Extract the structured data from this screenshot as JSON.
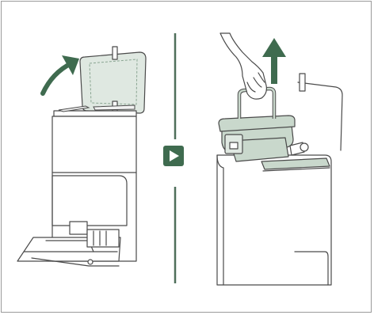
{
  "figure": {
    "panels": [
      {
        "id": "step-1",
        "description_icon": "open-lid"
      },
      {
        "id": "step-2",
        "description_icon": "lift-dust-bin"
      }
    ],
    "colors": {
      "outline": "#4a4a4a",
      "accent_green": "#3f6b4f",
      "lid_green": "#dfe8e1",
      "bin_green": "#c9d8cc",
      "divider": "#4f6f5a",
      "frame": "#9a9a9a"
    }
  }
}
